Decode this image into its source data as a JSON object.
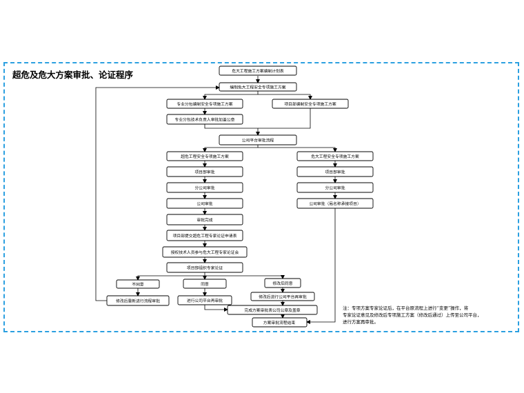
{
  "title": "超危及危大方案审批、论证程序",
  "nodes": {
    "n1": "危大工程施工方案编制计划表",
    "n2": "编制危大工程安全专项施工方案",
    "n3": "专业分包编制安全专项施工方案",
    "n4": "项目部编制安全专项施工方案",
    "n5": "专业分包技术负责人审批加盖公章",
    "n6": "公司平台审批流程",
    "n7": "超危工程安全专项施工方案",
    "n8": "危大工程安全专项施工方案",
    "n9": "项目部审批",
    "n10": "分公司审批",
    "n11": "公司审批",
    "n12": "审批完成",
    "n13": "项目部提交超危工程专家论证申请表",
    "n14": "授权技术人员参与危大工程专家论证会",
    "n15": "项目部组织专家论证",
    "n16": "不同意",
    "n17": "同意",
    "n18": "修改后同意",
    "n19": "修改后重新进行流程审批",
    "n20": "进行公司平台再审批",
    "n21": "修改后进行公司平台再审批",
    "n22": "完成方案审批表公司公章及盖章",
    "n23": "方案审批流程结束",
    "n24": "项目部审批",
    "n25": "分公司审批",
    "n26": "公司审批（局名称承接项目）"
  },
  "note": {
    "line1": "注：专项方案专家论证后，在平台原流程上进行“变更”操作，将",
    "line2": "专家论证意见及修改后专项施工方案（修改后通过）上传至公司平台，",
    "line3": "进行方案再审批。"
  }
}
